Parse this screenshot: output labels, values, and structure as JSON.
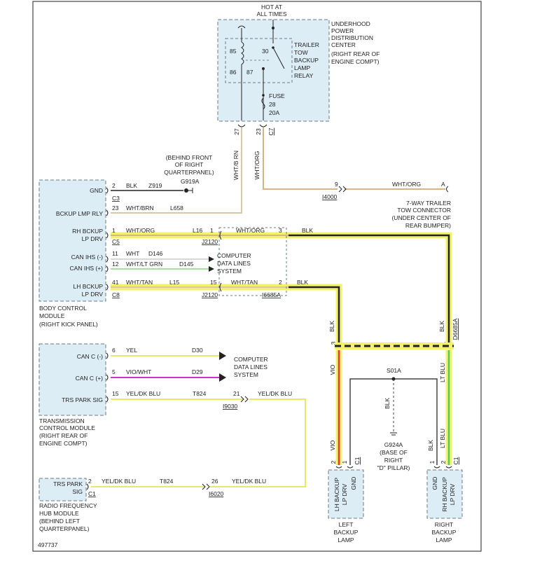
{
  "colors": {
    "highlight": "#f3f06a",
    "wire_yellow": "#e8e86a",
    "wire_tan": "#d8c8a8",
    "wire_orange": "#d8b48a",
    "wire_green": "#a8e0a0",
    "wire_magenta": "#d030d0",
    "wire_red": "#e8383c",
    "wire_blk": "#222222",
    "module_fill": "#dcedf6",
    "module_border": "#6b7a88"
  },
  "pdc": {
    "hot_label": "HOT AT",
    "hot_label2": "ALL TIMES",
    "name_l1": "UNDERHOOD",
    "name_l2": "POWER",
    "name_l3": "DISTRIBUTION",
    "name_l4": "CENTER",
    "name_l5": "(RIGHT REAR OF",
    "name_l6": "ENGINE COMPT)",
    "relay_l1": "TRAILER",
    "relay_l2": "TOW",
    "relay_l3": "BACKUP",
    "relay_l4": "LAMP",
    "relay_l5": "RELAY",
    "pin85": "85",
    "pin86": "86",
    "pin30": "30",
    "pin87": "87",
    "fuse_l1": "FUSE",
    "fuse_l2": "28",
    "fuse_l3": "20A",
    "pin27": "27",
    "pin23": "23",
    "conn_c7": "C7"
  },
  "wires_top": {
    "whtbrn_v": "WHT/B RN",
    "whtorg_v": "WHT/ORG",
    "whtorg_h": "WHT/ORG",
    "i4000": "I4000",
    "pin9": "9",
    "pinA": "A",
    "trailer_l1": "7-WAY TRAILER",
    "trailer_l2": "TOW CONNECTOR",
    "trailer_l3": "(UNDER CENTER OF",
    "trailer_l4": "REAR BUMPER)"
  },
  "ground_g919a": {
    "l1": "(BEHIND FRONT",
    "l2": "OF RIGHT",
    "l3": "QUARTERPANEL)",
    "name": "G919A"
  },
  "bcm": {
    "pin_gnd": "GND",
    "pin_bckup_rly": "BCKUP LMP RLY",
    "pin_rh1": "RH BCKUP",
    "pin_rh2": "LP DRV",
    "pin_can_minus": "CAN IHS (-)",
    "pin_can_plus": "CAN IHS (+)",
    "pin_lh1": "LH BCKUP",
    "pin_lh2": "LP DRV",
    "name_l1": "BODY CONTROL",
    "name_l2": "MODULE",
    "name_l3": "(RIGHT KICK PANEL)",
    "c3": "C3",
    "c5": "C5",
    "c8": "C8",
    "p2": "2",
    "p23": "23",
    "p1": "1",
    "p11": "11",
    "p12": "12",
    "p41": "41",
    "blk": "BLK",
    "z919": "Z919",
    "whtbrn": "WHT/BRN",
    "l658": "L658",
    "whtorg": "WHT/ORG",
    "l16": "L16",
    "wht": "WHT",
    "d146": "D146",
    "whtltgrn": "WHT/LT GRN",
    "d145": "D145",
    "whttan": "WHT/TAN",
    "l15": "L15"
  },
  "splices": {
    "j2120a": "J2120",
    "j2120b": "J2120",
    "p1b": "1",
    "p15": "15",
    "whtorg2": "WHT/ORG",
    "whttan2": "WHT/TAN",
    "p3": "3",
    "p2": "2",
    "j6685a": "I6685A",
    "blk1": "BLK",
    "blk2": "BLK",
    "cdl1_l1": "COMPUTER",
    "cdl1_l2": "DATA LINES",
    "cdl1_l3": "SYSTEM",
    "d6685a_v": "D6685A",
    "blk_v1": "BLK",
    "blk_v2": "BLK",
    "p3v": "3",
    "p1v": "1"
  },
  "tcm": {
    "can_minus": "CAN C (-)",
    "can_plus": "CAN C (+)",
    "trs": "TRS PARK SIG",
    "p6": "6",
    "p5": "5",
    "p15": "15",
    "yel": "YEL",
    "d30": "D30",
    "viowht": "VIO/WHT",
    "d29": "D29",
    "yeldkblu": "YEL/DK BLU",
    "t824": "T824",
    "p21": "21",
    "yeldkblu2": "YEL/DK BLU",
    "i9030": "I9030",
    "cdl2_l1": "COMPUTER",
    "cdl2_l2": "DATA LINES",
    "cdl2_l3": "SYSTEM",
    "name_l1": "TRANSMISSION",
    "name_l2": "CONTROL MODULE",
    "name_l3": "(RIGHT REAR OF",
    "name_l4": "ENGINE COMPT)"
  },
  "rfh": {
    "pin_l1": "TRS PARK",
    "pin_l2": "SIG",
    "p2": "2",
    "c1": "C1",
    "yeldkblu": "YEL/DK BLU",
    "t824": "T824",
    "p26": "26",
    "yeldkblu2": "YEL/DK BLU",
    "i6020": "I6020",
    "name_l1": "RADIO FREQUENCY",
    "name_l2": "HUB MODULE",
    "name_l3": "(BEHIND LEFT",
    "name_l4": "QUARTERPANEL)"
  },
  "lamps": {
    "s01a": "S01A",
    "blk_s": "BLK",
    "g924a": "G924A",
    "g924a_l1": "(BASE OF",
    "g924a_l2": "RIGHT",
    "g924a_l3": "\"D\" PILLAR)",
    "vio1": "VIO",
    "vio2": "VIO",
    "ltblu1": "LT BLU",
    "ltblu2": "LT BLU",
    "blk_l": "BLK",
    "lh_pin1": "LH BACKUP",
    "lh_pin1b": "LP DRV",
    "lh_pin2": "GND",
    "rh_pin1": "GND",
    "rh_pin2": "RH BACKUP",
    "rh_pin2b": "LP DRV",
    "lh_c1": "C1",
    "rh_c1": "C1",
    "p2a": "2",
    "p1a": "1",
    "p1b": "1",
    "p2b": "2",
    "left_l1": "LEFT",
    "left_l2": "BACKUP",
    "left_l3": "LAMP",
    "right_l1": "RIGHT",
    "right_l2": "BACKUP",
    "right_l3": "LAMP"
  },
  "footer": {
    "code": "497737"
  }
}
